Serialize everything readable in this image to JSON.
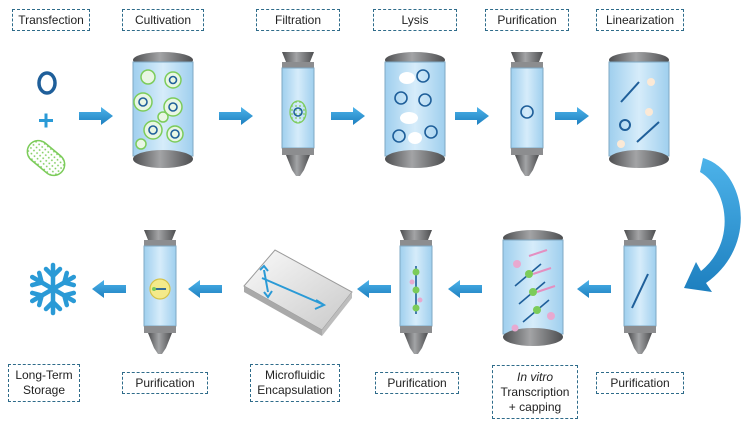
{
  "steps_top": [
    "Transfection",
    "Cultivation",
    "Filtration",
    "Lysis",
    "Purification",
    "Linearization"
  ],
  "steps_bottom": {
    "storage": [
      "Long-Term",
      "Storage"
    ],
    "purification_final": "Purification",
    "encapsulation": [
      "Microfluidic",
      "Encapsulation"
    ],
    "purification_3": "Purification",
    "ivt": {
      "italic": "In vitro",
      "line2": "Transcription",
      "line3": "+ capping"
    },
    "purification_2": "Purification"
  },
  "colors": {
    "arrow": "#2a8fcf",
    "vessel_fill": "#c6e4f7",
    "vessel_cap": "#6d6e71",
    "plasmid": "#1f5f9a",
    "bacteria": "#7ccc5a",
    "label_border": "#2e6b8a",
    "snowflake": "#2a9ad6"
  },
  "icons": [
    "plasmid-icon",
    "plus-icon",
    "bacterium-icon",
    "snowflake-icon",
    "arrow-icon"
  ]
}
